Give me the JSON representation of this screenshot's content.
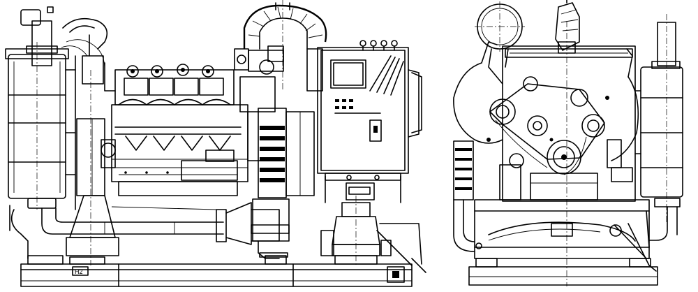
{
  "drawing": {
    "views": [
      {
        "name": "side-view"
      },
      {
        "name": "end-view"
      }
    ],
    "tag_label": "H2",
    "line_color": "#000000",
    "background": "#ffffff"
  }
}
